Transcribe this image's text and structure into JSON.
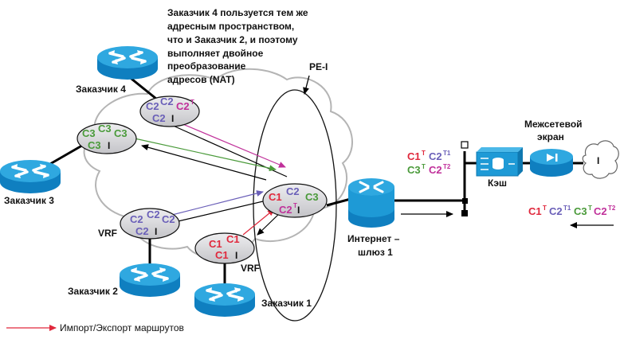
{
  "annotation": {
    "lines": [
      "Заказчик 4 пользуется тем же",
      "адресным пространством,",
      "что и Заказчик 2, и поэтому",
      "выполняет двойное",
      "преобразование",
      "адресов (NAT)"
    ]
  },
  "customers": {
    "c1": "Заказчик 1",
    "c2": "Заказчик 2",
    "c3": "Заказчик 3",
    "c4": "Заказчик 4"
  },
  "labels": {
    "vrf": "VRF",
    "pe_i": "PE-I",
    "gateway_line1": "Интернет –",
    "gateway_line2": "шлюз 1",
    "cache": "Кэш",
    "firewall_line1": "Межсетевой",
    "firewall_line2": "экран",
    "internet_i": "I",
    "vrf_marker": "I"
  },
  "tables": {
    "c4": [
      "C2",
      "C2",
      "C2",
      "C2"
    ],
    "c3": [
      "C3",
      "C3",
      "C3",
      "C3"
    ],
    "c2": [
      "C2",
      "C2",
      "C2",
      "C2"
    ],
    "c1": [
      "C1",
      "C1",
      "C1"
    ],
    "pe": [
      "C1",
      "C2",
      "C3",
      "C2"
    ]
  },
  "superscripts": {
    "t": "T",
    "t1": "T1",
    "t2": "T2"
  },
  "flow_right": {
    "row1": [
      "C1",
      "C2"
    ],
    "row2": [
      "C3",
      "C2"
    ]
  },
  "flow_left": [
    "C1",
    "C2",
    "C3",
    "C2"
  ],
  "legend": {
    "label": "Импорт/Экспорт маршрутов"
  },
  "colors": {
    "c1": "#e0283c",
    "c2": "#6a5fb8",
    "c3": "#4a9a3a",
    "c2_nat": "#c0309a",
    "router": "#1e9ad6",
    "router_dark": "#0f78b0",
    "ellipse_fill": "#d4d4d8",
    "import_arrow": "#e0283c"
  }
}
